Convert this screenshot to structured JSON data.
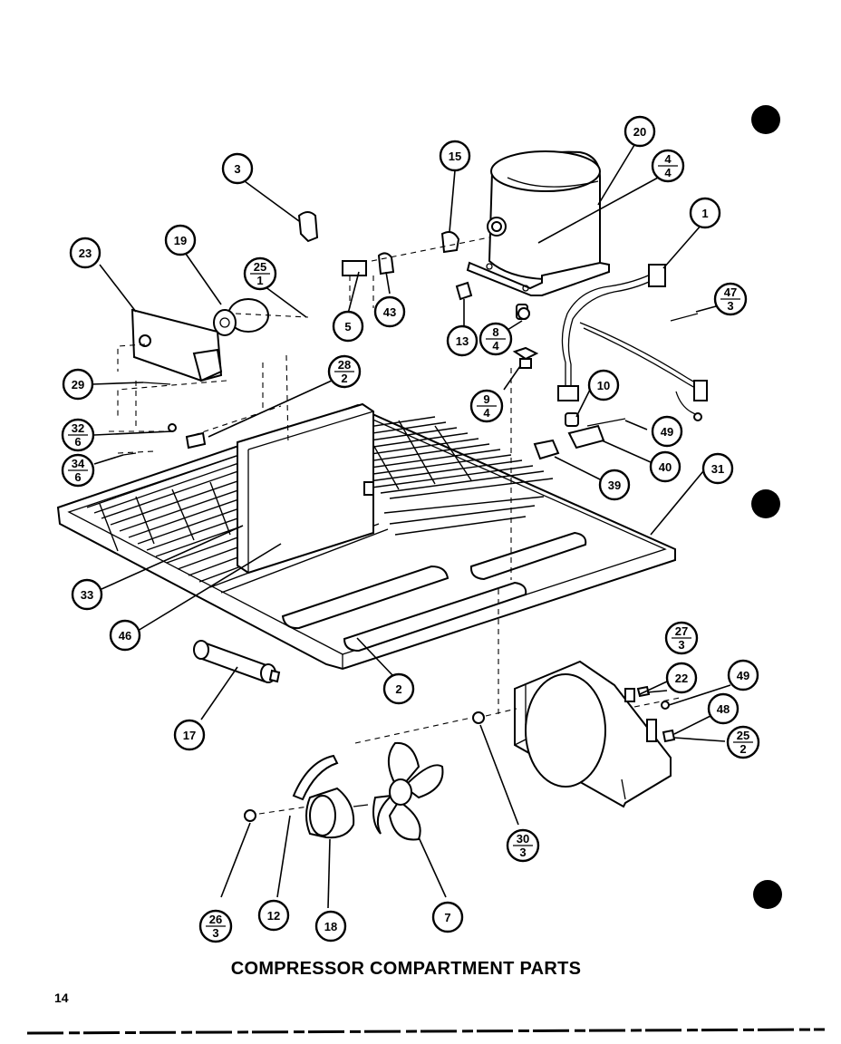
{
  "title": "COMPRESSOR COMPARTMENT PARTS",
  "page_number": "14",
  "callouts": [
    {
      "id": "c1",
      "num": "1"
    },
    {
      "id": "c2",
      "num": "2"
    },
    {
      "id": "c3",
      "num": "3"
    },
    {
      "id": "c4",
      "num": "4",
      "den": "4"
    },
    {
      "id": "c5",
      "num": "5"
    },
    {
      "id": "c7",
      "num": "7"
    },
    {
      "id": "c8",
      "num": "8",
      "den": "4"
    },
    {
      "id": "c9",
      "num": "9",
      "den": "4"
    },
    {
      "id": "c10",
      "num": "10"
    },
    {
      "id": "c12",
      "num": "12"
    },
    {
      "id": "c13",
      "num": "13"
    },
    {
      "id": "c15",
      "num": "15"
    },
    {
      "id": "c17",
      "num": "17"
    },
    {
      "id": "c18",
      "num": "18"
    },
    {
      "id": "c19",
      "num": "19"
    },
    {
      "id": "c20",
      "num": "20"
    },
    {
      "id": "c22",
      "num": "22"
    },
    {
      "id": "c23",
      "num": "23"
    },
    {
      "id": "c25a",
      "num": "25",
      "den": "1"
    },
    {
      "id": "c25b",
      "num": "25",
      "den": "2"
    },
    {
      "id": "c26",
      "num": "26",
      "den": "3"
    },
    {
      "id": "c27",
      "num": "27",
      "den": "3"
    },
    {
      "id": "c28",
      "num": "28",
      "den": "2"
    },
    {
      "id": "c29",
      "num": "29"
    },
    {
      "id": "c30",
      "num": "30",
      "den": "3"
    },
    {
      "id": "c31",
      "num": "31"
    },
    {
      "id": "c32",
      "num": "32",
      "den": "6"
    },
    {
      "id": "c33",
      "num": "33"
    },
    {
      "id": "c34",
      "num": "34",
      "den": "6"
    },
    {
      "id": "c39",
      "num": "39"
    },
    {
      "id": "c40",
      "num": "40"
    },
    {
      "id": "c43",
      "num": "43"
    },
    {
      "id": "c46",
      "num": "46"
    },
    {
      "id": "c47",
      "num": "47",
      "den": "3"
    },
    {
      "id": "c48",
      "num": "48"
    },
    {
      "id": "c49a",
      "num": "49"
    },
    {
      "id": "c49b",
      "num": "49"
    }
  ]
}
